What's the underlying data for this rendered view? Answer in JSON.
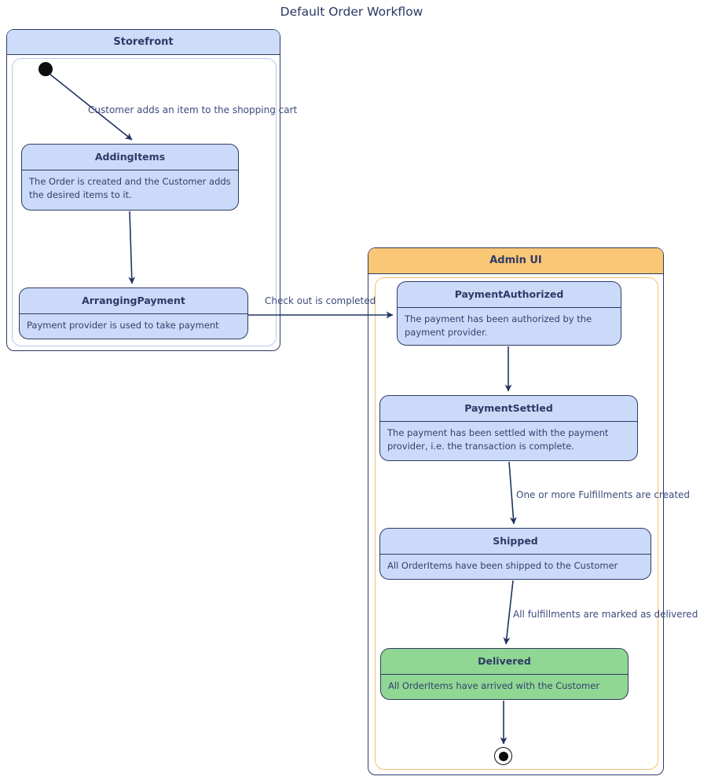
{
  "title": "Default Order Workflow",
  "containers": {
    "storefront": {
      "label": "Storefront"
    },
    "admin_ui": {
      "label": "Admin UI"
    }
  },
  "states": {
    "adding_items": {
      "name": "AddingItems",
      "description": "The Order is created and the Customer adds the desired items to it."
    },
    "arranging_payment": {
      "name": "ArrangingPayment",
      "description": "Payment provider is used to take payment"
    },
    "payment_authorized": {
      "name": "PaymentAuthorized",
      "description": "The payment has been authorized by the payment provider."
    },
    "payment_settled": {
      "name": "PaymentSettled",
      "description": "The payment has been settled with the payment provider, i.e. the transaction is complete."
    },
    "shipped": {
      "name": "Shipped",
      "description": "All OrderItems have been shipped to the Customer"
    },
    "delivered": {
      "name": "Delivered",
      "description": "All OrderItems have arrived with the Customer"
    }
  },
  "transitions": {
    "t1": {
      "from": "initial",
      "to": "AddingItems",
      "label": "Customer adds an item to the shopping cart"
    },
    "t2": {
      "from": "AddingItems",
      "to": "ArrangingPayment",
      "label": ""
    },
    "t3": {
      "from": "ArrangingPayment",
      "to": "PaymentAuthorized",
      "label": "Check out is completed"
    },
    "t4": {
      "from": "PaymentAuthorized",
      "to": "PaymentSettled",
      "label": ""
    },
    "t5": {
      "from": "PaymentSettled",
      "to": "Shipped",
      "label": "One or more Fulfillments are created"
    },
    "t6": {
      "from": "Shipped",
      "to": "Delivered",
      "label": "All fulfillments are marked as delivered"
    },
    "t7": {
      "from": "Delivered",
      "to": "final",
      "label": ""
    }
  },
  "colors": {
    "border_navy": "#2e3a66",
    "state_fill_blue": "#cbdaf8",
    "state_fill_green": "#90d793",
    "storefront_header_fill": "#cddcf9",
    "storefront_inner_border": "#b9c8ec",
    "admin_header_fill": "#f9c776",
    "admin_inner_border": "#f2bf6d",
    "arrow_stroke": "#1f3363",
    "label_text": "#3c4b7d",
    "title_text": "#2c3763"
  }
}
